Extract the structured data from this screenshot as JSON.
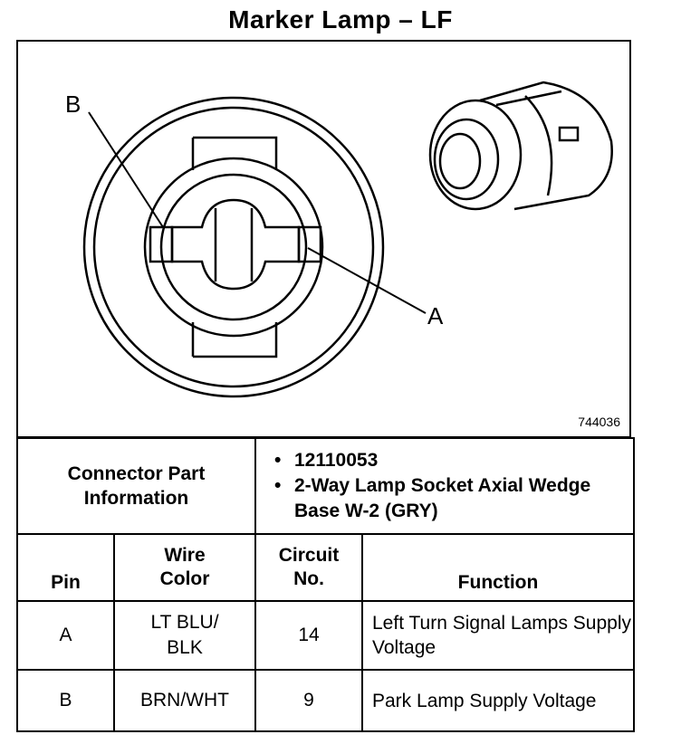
{
  "title": "Marker Lamp – LF",
  "figure": {
    "figure_number": "744036",
    "callouts": {
      "b": "B",
      "a": "A"
    }
  },
  "connector": {
    "label_line1": "Connector Part",
    "label_line2": "Information",
    "items": [
      "12110053",
      "2-Way Lamp Socket Axial Wedge Base W-2 (GRY)"
    ]
  },
  "table": {
    "headers": {
      "pin": "Pin",
      "wire_color_line1": "Wire",
      "wire_color_line2": "Color",
      "circuit_line1": "Circuit",
      "circuit_line2": "No.",
      "function": "Function"
    },
    "rows": [
      {
        "pin": "A",
        "wire_line1": "LT BLU/",
        "wire_line2": "BLK",
        "circuit": "14",
        "function": "Left Turn Signal Lamps Supply Voltage"
      },
      {
        "pin": "B",
        "wire_line1": "BRN/WHT",
        "wire_line2": "",
        "circuit": "9",
        "function": "Park Lamp Supply Voltage"
      }
    ]
  }
}
